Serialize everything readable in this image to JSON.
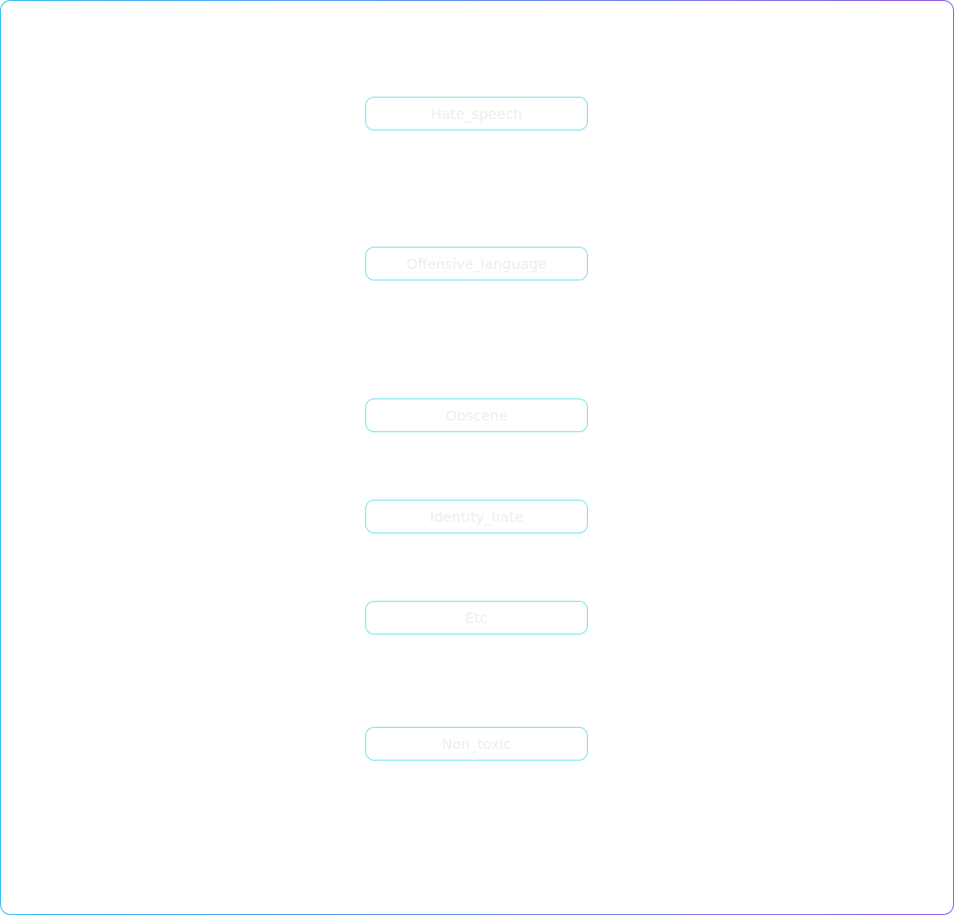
{
  "accent_colors": {
    "node_border": "#6fe3f0",
    "frame_start": "#2ab8f5",
    "frame_end": "#8a4fe6",
    "text": "#e8eef3"
  },
  "nodes": [
    {
      "label": "Hate_speech"
    },
    {
      "label": "Offensive_language"
    },
    {
      "label": "Obscene"
    },
    {
      "label": "Identity_hate"
    },
    {
      "label": "Etc"
    },
    {
      "label": "Non_toxic"
    }
  ]
}
